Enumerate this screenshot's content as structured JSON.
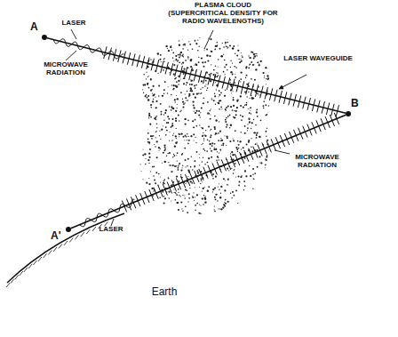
{
  "diagram": {
    "nodes": [
      {
        "text": [
          "A"
        ]
      },
      {
        "text": [
          "B"
        ]
      },
      {
        "text": [
          "A'"
        ]
      }
    ],
    "edges": [
      {
        "from": 0,
        "to": 1,
        "arrow": "none"
      },
      {
        "from": 2,
        "to": 1,
        "arrow": "none"
      }
    ],
    "labels": [
      "PLASMA CLOUD (SUPERCRITICAL DENSITY FOR RADIO WAVELENGTHS)",
      "LASER",
      "MICROWAVE RADIATION",
      "LASER WAVEGUIDE",
      "MICROWAVE RADIATION",
      "LASER",
      "Earth"
    ]
  }
}
